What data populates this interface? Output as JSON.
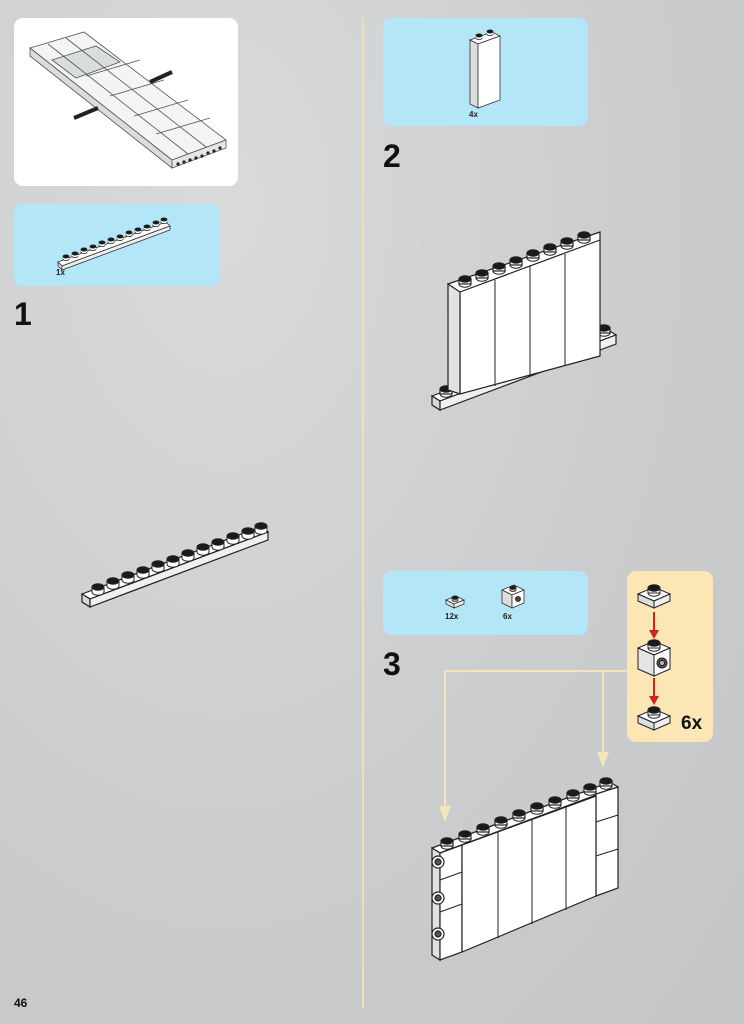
{
  "page": {
    "number": "46"
  },
  "steps": [
    {
      "number": "1",
      "parts": [
        {
          "name": "plate-1x12-white",
          "count": "1x"
        }
      ]
    },
    {
      "number": "2",
      "parts": [
        {
          "name": "brick-1x2x5-white",
          "count": "4x"
        }
      ]
    },
    {
      "number": "3",
      "parts": [
        {
          "name": "plate-1x1-white",
          "count": "12x"
        },
        {
          "name": "brick-1x1-with-stud-on-side-white",
          "count": "6x"
        }
      ],
      "sub_assembly": {
        "multiplier": "6x"
      }
    }
  ],
  "colors": {
    "parts_panel": "#b3e6f7",
    "sub_panel": "#fbe6b4",
    "divider": "#f0dfb4",
    "arrow_red": "#d42020",
    "callout_line": "#f3e4bb"
  }
}
